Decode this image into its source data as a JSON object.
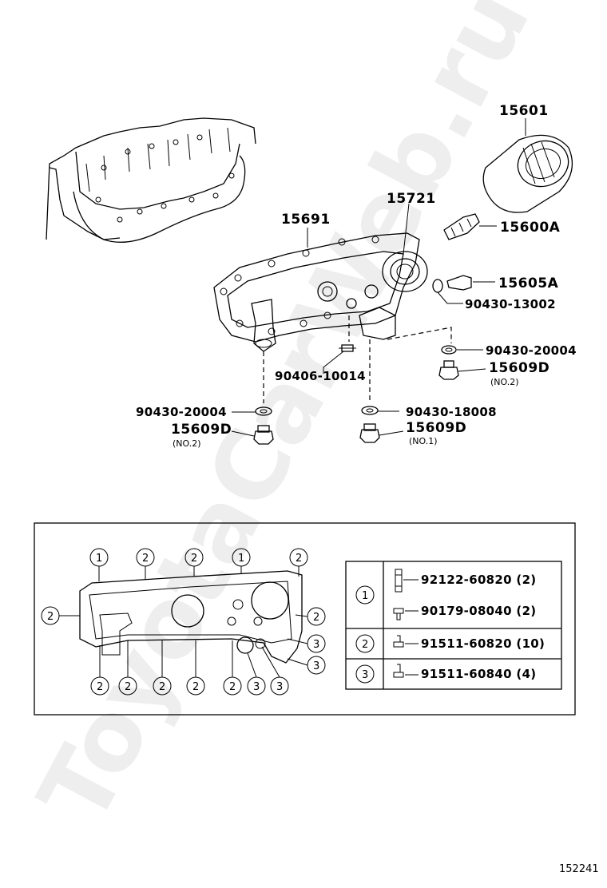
{
  "watermark": "ToyotaCarWeb.ru",
  "figure_number": "152241",
  "labels": {
    "oil_filter": "15601",
    "cooler_element": "15721",
    "cooler_cover": "15691",
    "oil_filter_union": "15600A",
    "plug_a": "15605A",
    "gasket_13002": "90430-13002",
    "gasket_20004_right": "90430-20004",
    "drain_plug_right": "15609D",
    "drain_plug_right_note": "(NO.2)",
    "stud": "90406-10014",
    "gasket_20004_left": "90430-20004",
    "drain_plug_left": "15609D",
    "drain_plug_left_note": "(NO.2)",
    "gasket_18008": "90430-18008",
    "drain_plug_center": "15609D",
    "drain_plug_center_note": "(NO.1)"
  },
  "inset": {
    "callouts_top": [
      "1",
      "2",
      "2",
      "1",
      "2"
    ],
    "callouts_left": [
      "2"
    ],
    "callouts_right": [
      "2",
      "3",
      "3"
    ],
    "callouts_bottom": [
      "2",
      "2",
      "2",
      "2",
      "2",
      "3",
      "3"
    ],
    "table": [
      {
        "group": "1",
        "items": [
          "92122-60820 (2)",
          "90179-08040 (2)"
        ]
      },
      {
        "group": "2",
        "items": [
          "91511-60820 (10)"
        ]
      },
      {
        "group": "3",
        "items": [
          "91511-60840 (4)"
        ]
      }
    ]
  }
}
